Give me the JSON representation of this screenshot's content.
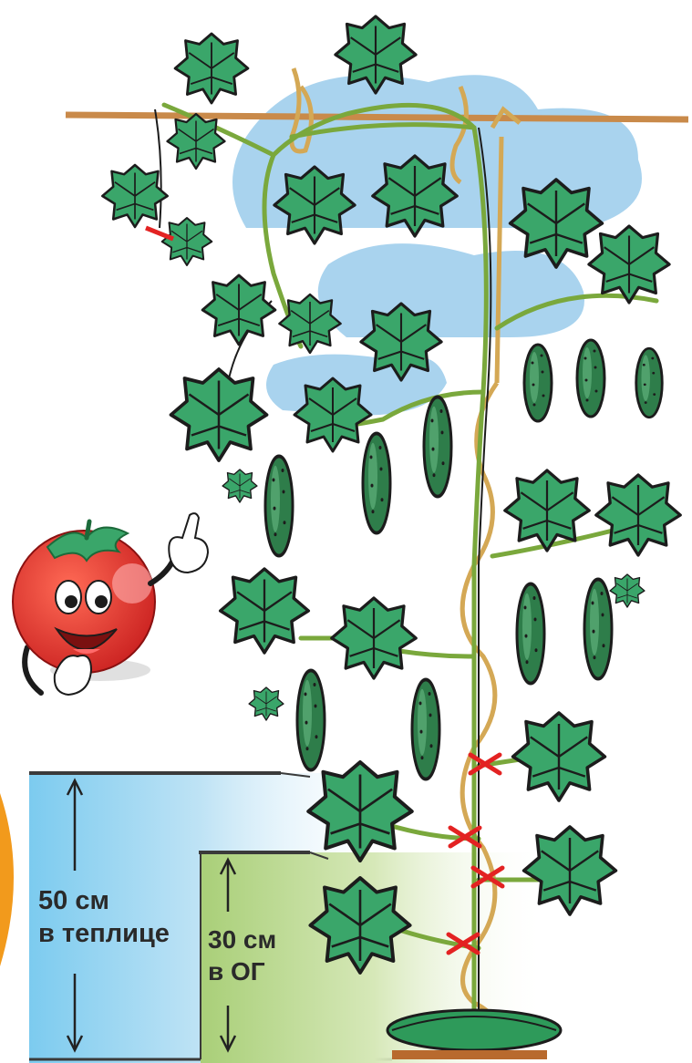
{
  "greenhouse": {
    "line1": "50 см",
    "line2": "в теплице"
  },
  "open_ground": {
    "line1": "30 см",
    "line2": "в ОГ"
  },
  "colors": {
    "leaf": "#3aa66a",
    "leaf_outline": "#1c1c1c",
    "stem": "#7aa83c",
    "rope": "#d4a855",
    "trellis": "#c98a4a",
    "sky": "#a9d3ee",
    "greenhouse_zone": "#8fd0f0",
    "open_ground_zone": "#b8d48a",
    "cut_mark": "#e32222",
    "tomato": "#e23b2e"
  }
}
